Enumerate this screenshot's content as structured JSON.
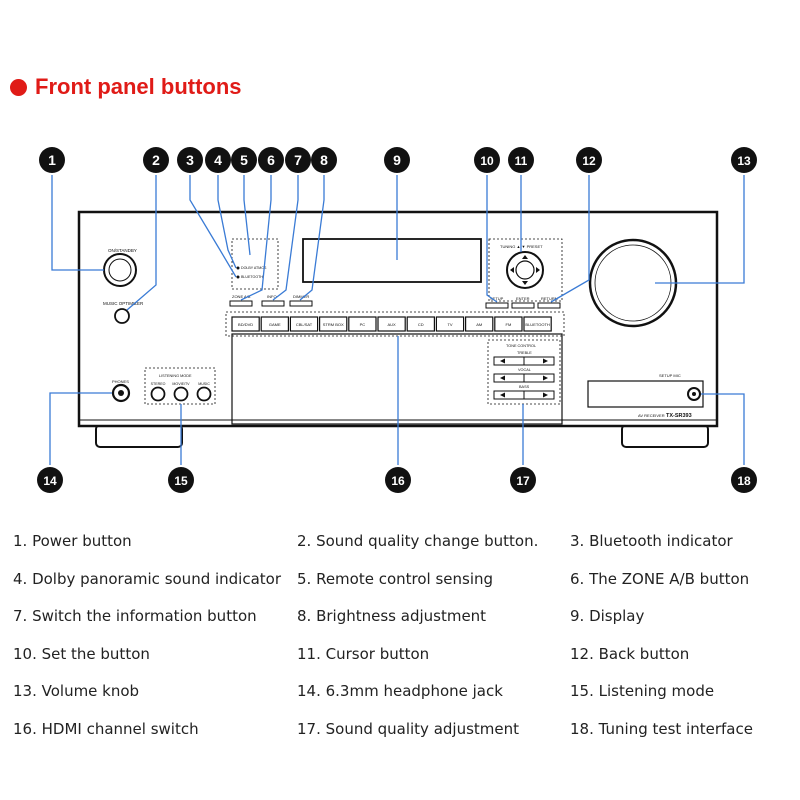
{
  "title": "Front panel buttons",
  "callouts": [
    "1",
    "2",
    "3",
    "4",
    "5",
    "6",
    "7",
    "8",
    "9",
    "10",
    "11",
    "12",
    "13",
    "14",
    "15",
    "16",
    "17",
    "18"
  ],
  "panel": {
    "power_label": "ON/STANDBY",
    "music_optimizer_label": "MUSIC OPTIMIZER",
    "dolby_label": "DOLBY ATMOS",
    "bluetooth_label": "BLUETOOTH",
    "zone_label": "ZONE A/B",
    "info_label": "INFO",
    "dimmer_label": "DIMMER",
    "setup_label": "SETUP",
    "enter_label": "ENTER",
    "return_label": "RETURN",
    "tuning_preset_label": "TUNING ▲/▼ PRESET",
    "phones_label": "PHONES",
    "listening_mode_label": "LISTENING MODE",
    "mode_buttons": [
      "STEREO",
      "MOVIE/TV",
      "MUSIC"
    ],
    "input_buttons": [
      "BD/DVD",
      "GAME",
      "CBL/SAT",
      "STRM BOX",
      "PC",
      "AUX",
      "CD",
      "TV",
      "AM",
      "FM",
      "BLUETOOTH"
    ],
    "tone_control_label": "TONE CONTROL",
    "treble_label": "TREBLE",
    "vocal_label": "VOCAL",
    "bass_label": "BASS",
    "setup_mic_label": "SETUP MIC",
    "model_prefix": "AV RECEIVER",
    "model_name": "TX-SR393"
  },
  "legend": [
    "1. Power button",
    "2. Sound quality change button.",
    "3. Bluetooth indicator",
    "4. Dolby panoramic sound indicator",
    "5. Remote control sensing",
    "6. The ZONE A/B button",
    "7. Switch the information button",
    "8. Brightness adjustment",
    "9. Display",
    "10. Set the button",
    "11. Cursor button",
    "12. Back button",
    "13. Volume knob",
    "14. 6.3mm headphone jack",
    "15. Listening mode",
    "16. HDMI channel switch",
    "17. Sound quality adjustment",
    "18. Tuning test interface"
  ]
}
